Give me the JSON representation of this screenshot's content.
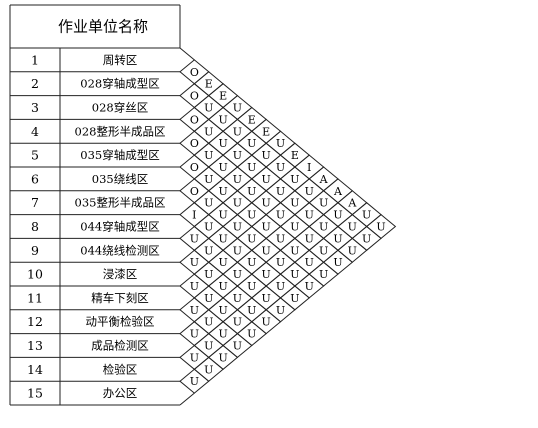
{
  "header": "作业单位名称",
  "units": [
    {
      "no": "1",
      "name": "周转区"
    },
    {
      "no": "2",
      "name": "028穿轴成型区"
    },
    {
      "no": "3",
      "name": "028穿丝区"
    },
    {
      "no": "4",
      "name": "028整形半成品区"
    },
    {
      "no": "5",
      "name": "035穿轴成型区"
    },
    {
      "no": "6",
      "name": "035绕线区"
    },
    {
      "no": "7",
      "name": "035整形半成品区"
    },
    {
      "no": "8",
      "name": "044穿轴成型区"
    },
    {
      "no": "9",
      "name": "044绕线检测区"
    },
    {
      "no": "10",
      "name": "浸漆区"
    },
    {
      "no": "11",
      "name": "精车下刻区"
    },
    {
      "no": "12",
      "name": "动平衡检验区"
    },
    {
      "no": "13",
      "name": "成品检测区"
    },
    {
      "no": "14",
      "name": "检验区"
    },
    {
      "no": "15",
      "name": "办公区"
    }
  ],
  "relations": [
    [
      "O",
      "E",
      "E",
      "U",
      "E",
      "E",
      "U",
      "E",
      "I",
      "A",
      "A",
      "A",
      "U",
      "U"
    ],
    [
      "O",
      "U",
      "U",
      "U",
      "U",
      "U",
      "U",
      "U",
      "U",
      "U",
      "U",
      "U",
      "U"
    ],
    [
      "O",
      "U",
      "U",
      "U",
      "U",
      "U",
      "U",
      "U",
      "U",
      "U",
      "U",
      "U"
    ],
    [
      "O",
      "U",
      "U",
      "U",
      "U",
      "U",
      "U",
      "U",
      "U",
      "U",
      "U"
    ],
    [
      "O",
      "U",
      "U",
      "U",
      "U",
      "U",
      "U",
      "U",
      "U",
      "U"
    ],
    [
      "O",
      "U",
      "U",
      "U",
      "U",
      "U",
      "U",
      "U",
      "U"
    ],
    [
      "I",
      "U",
      "U",
      "U",
      "U",
      "U",
      "U",
      "U"
    ],
    [
      "U",
      "U",
      "U",
      "U",
      "U",
      "U",
      "U"
    ],
    [
      "U",
      "U",
      "U",
      "U",
      "U",
      "U"
    ],
    [
      "U",
      "U",
      "U",
      "U",
      "U"
    ],
    [
      "U",
      "U",
      "U",
      "U"
    ],
    [
      "U",
      "U",
      "U"
    ],
    [
      "U",
      "U"
    ],
    [
      "U"
    ]
  ]
}
